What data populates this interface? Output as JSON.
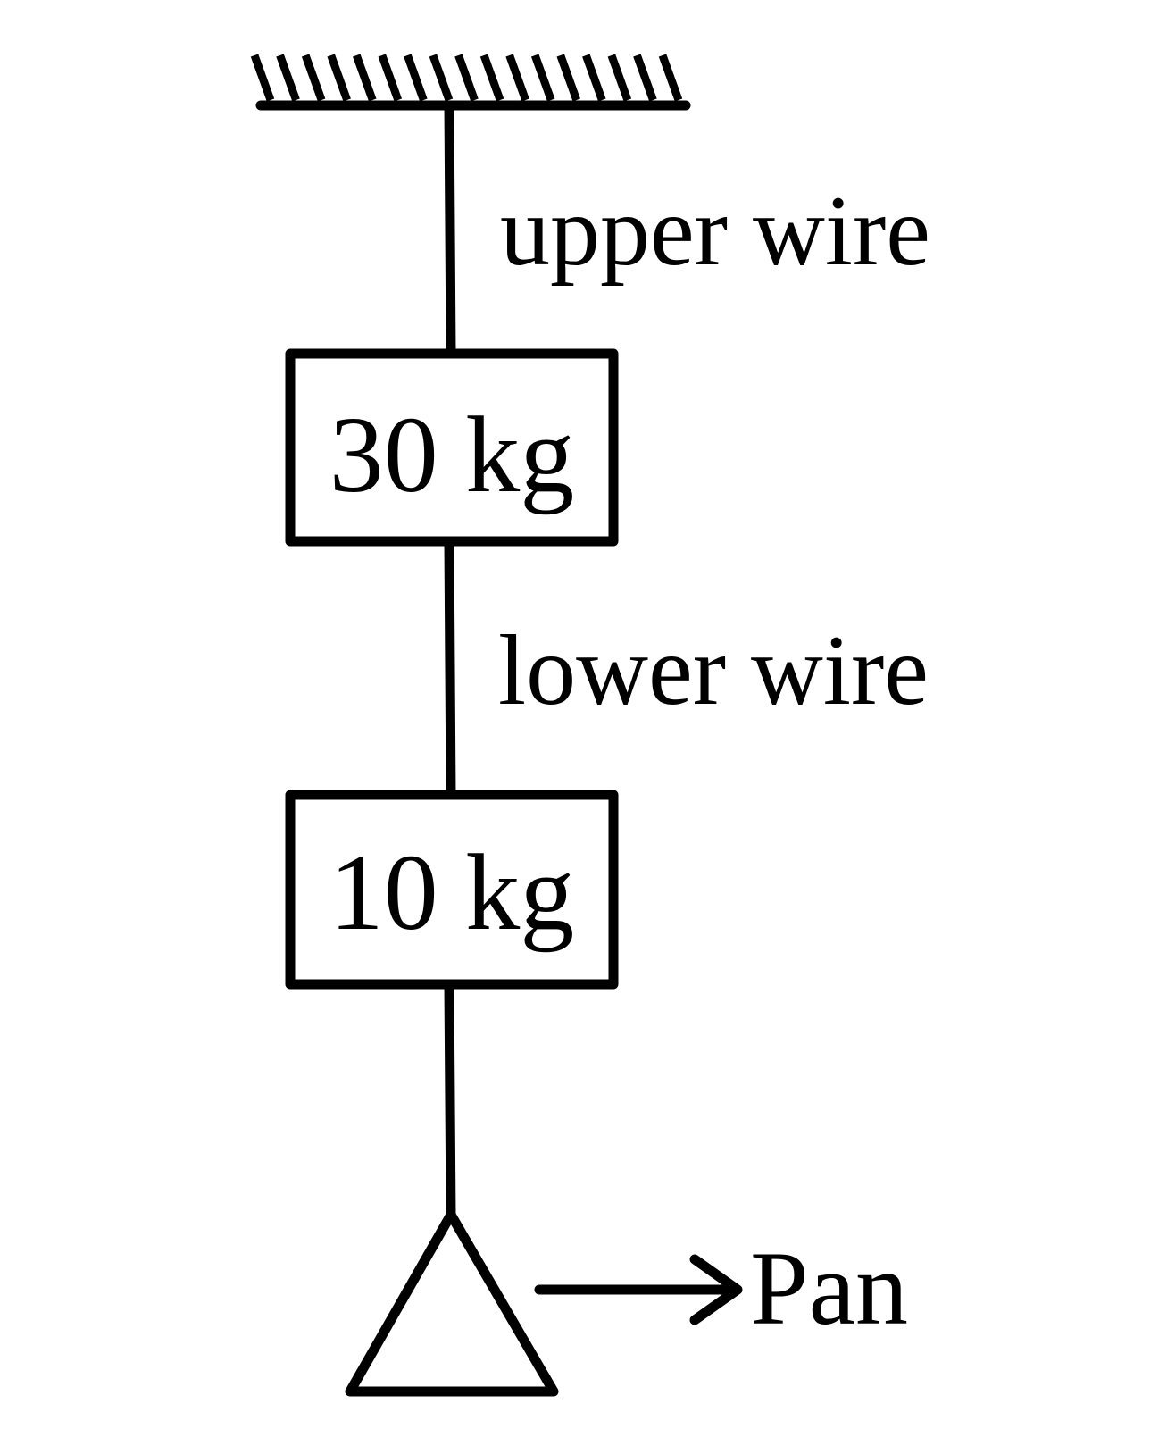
{
  "diagram": {
    "labels": {
      "upper_wire": "upper wire",
      "lower_wire": "lower wire",
      "pan": "Pan"
    },
    "masses": [
      {
        "name": "upper-mass",
        "label": "30 kg"
      },
      {
        "name": "lower-mass",
        "label": "10 kg"
      }
    ],
    "colors": {
      "ink": "#000000",
      "background": "#ffffff"
    }
  }
}
